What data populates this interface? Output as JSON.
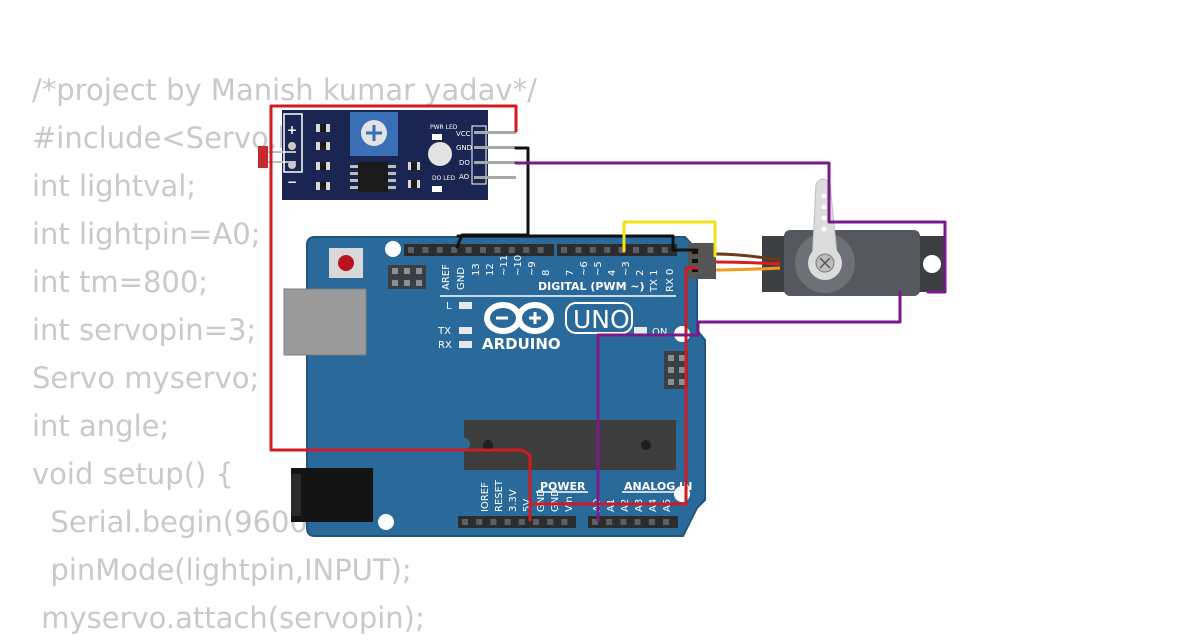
{
  "code": {
    "lines": [
      "/*project by Manish kumar yadav*/",
      "#include<Servo.h>",
      "int lightval;",
      "int lightpin=A0;",
      "int tm=800;",
      "int servopin=3;",
      "Servo myservo;",
      "int angle;",
      "void setup() {",
      "  Serial.begin(9600);",
      "  pinMode(lightpin,INPUT);",
      " myservo.attach(servopin);"
    ]
  },
  "sensor": {
    "pin_vcc": "VCC",
    "pin_gnd": "GND",
    "pin_do": "DO",
    "pin_ao": "AO",
    "pwr_led": "PWR LED",
    "do_led": "DO LED",
    "plus": "+",
    "minus": "−"
  },
  "board": {
    "aref": "AREF",
    "gnd": "GND",
    "digital_header_left": [
      "13",
      "12",
      "~11",
      "~10",
      "~9",
      "8"
    ],
    "digital_header_right": [
      "7",
      "~6",
      "~5",
      "4",
      "~3",
      "2",
      "TX 1",
      "RX 0"
    ],
    "digital_label": "DIGITAL (PWM ~)",
    "led_l": "L",
    "led_tx": "TX",
    "led_rx": "RX",
    "led_on": "ON",
    "model": "UNO",
    "brand": "ARDUINO",
    "power_pins": [
      "IOREF",
      "RESET",
      "3.3V",
      "5V",
      "GND",
      "GND",
      "Vin"
    ],
    "power_label": "POWER",
    "analog_label": "ANALOG IN",
    "analog_pins": [
      "A0",
      "A1",
      "A2",
      "A3",
      "A4",
      "A5"
    ]
  },
  "colors": {
    "board": "#2a6a9a",
    "sensor_pcb": "#1b2552",
    "wire_vcc": "#d11a22",
    "wire_gnd": "#111111",
    "wire_signal": "#7a1a8a",
    "wire_servo": "#f2e11a"
  }
}
